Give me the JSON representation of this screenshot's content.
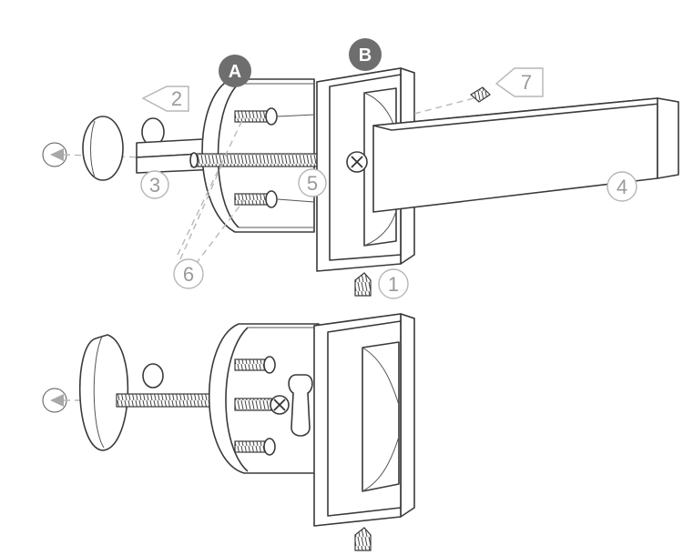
{
  "badges": {
    "a": "A",
    "b": "B"
  },
  "callouts": {
    "c1": "1",
    "c2": "2",
    "c3": "3",
    "c4": "4",
    "c5": "5",
    "c6": "6",
    "c7": "7"
  },
  "colors": {
    "line": "#3a3a3a",
    "callout": "#b5b5b5",
    "badge": "#6e6e6e",
    "dashes": "#b8b8b8"
  }
}
